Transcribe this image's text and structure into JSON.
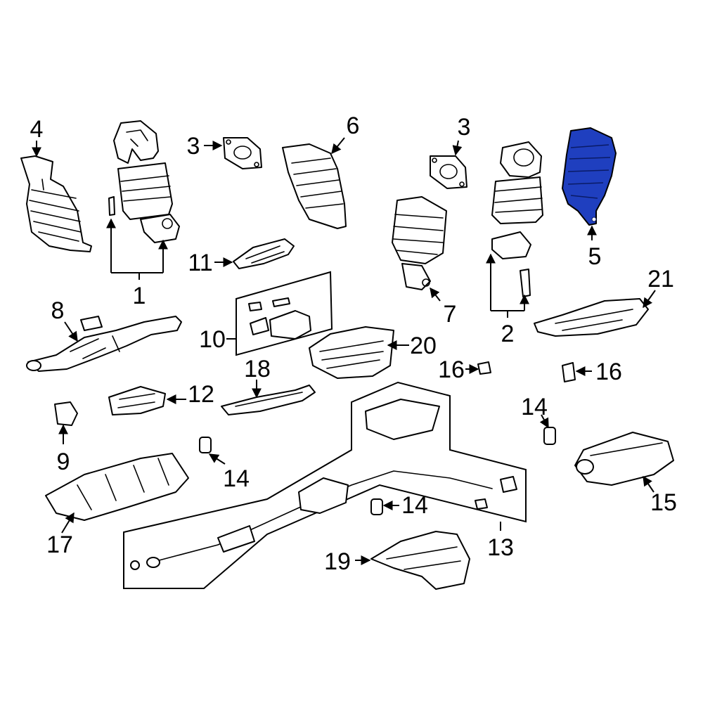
{
  "diagram": {
    "callouts": {
      "c1": "1",
      "c2": "2",
      "c3a": "3",
      "c3b": "3",
      "c4": "4",
      "c5": "5",
      "c6": "6",
      "c7": "7",
      "c8": "8",
      "c9": "9",
      "c10": "10",
      "c11": "11",
      "c12": "12",
      "c13": "13",
      "c14a": "14",
      "c14b": "14",
      "c14c": "14",
      "c15": "15",
      "c16a": "16",
      "c16b": "16",
      "c17": "17",
      "c18": "18",
      "c19": "19",
      "c20": "20",
      "c21": "21"
    },
    "highlighted_part": "5",
    "highlight_color": "#1f3fbf",
    "line_color": "#000000",
    "background_color": "#ffffff"
  }
}
